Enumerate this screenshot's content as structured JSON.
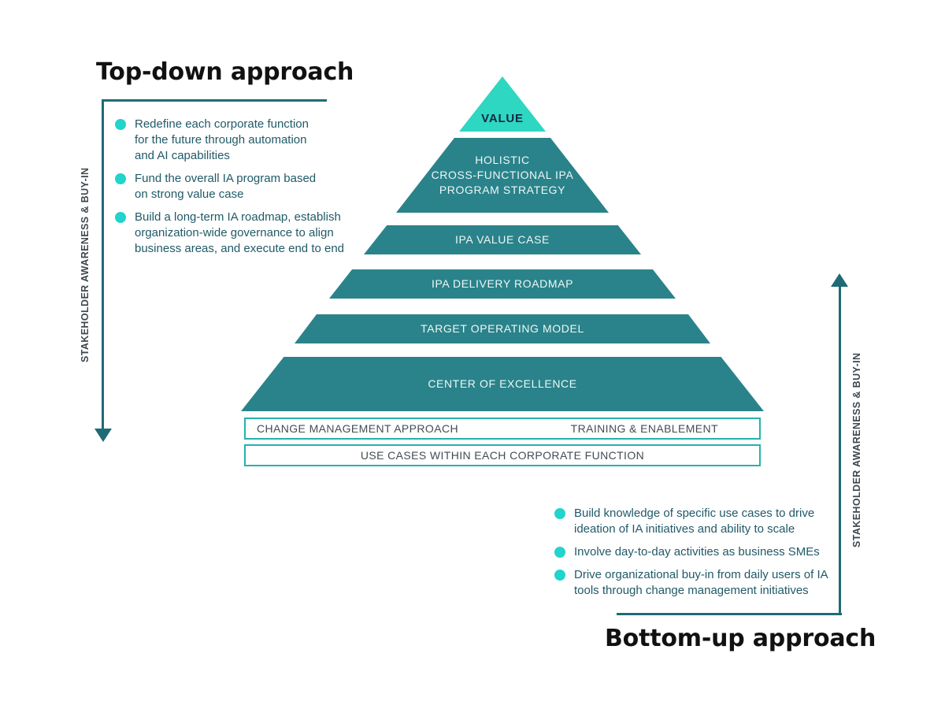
{
  "colors": {
    "teal_band": "#2a838a",
    "value_triangle": "#2ed7c2",
    "bullet_dot": "#21d4cc",
    "line": "#1e6b76",
    "bullet_text": "#215a67",
    "axis_text": "#3d484e",
    "box_border": "#26b2ac",
    "box_text": "#434d52",
    "band_text": "#eef7f7",
    "value_text": "#12293f",
    "heading_text": "#111111"
  },
  "top_down": {
    "heading": "Top-down approach",
    "axis_label": "STAKEHOLDER AWARENESS & BUY-IN",
    "bullets": [
      "Redefine each corporate function\nfor the future through automation\nand AI capabilities",
      "Fund the overall IA program based\non strong value case",
      "Build a long-term IA roadmap, establish\norganization-wide governance to align\nbusiness areas, and execute end to end"
    ]
  },
  "bottom_up": {
    "heading": "Bottom-up approach",
    "axis_label": "STAKEHOLDER AWARENESS & BUY-IN",
    "bullets": [
      "Build knowledge of specific use cases to drive\nideation of IA initiatives and ability to scale",
      "Involve day-to-day activities as business SMEs",
      "Drive organizational buy-in from daily users of IA\ntools through change management initiatives"
    ]
  },
  "pyramid": {
    "levels": [
      {
        "label": "VALUE"
      },
      {
        "label": "HOLISTIC\nCROSS-FUNCTIONAL IPA\nPROGRAM STRATEGY"
      },
      {
        "label": "IPA VALUE CASE"
      },
      {
        "label": "IPA DELIVERY ROADMAP"
      },
      {
        "label": "TARGET OPERATING MODEL"
      },
      {
        "label": "CENTER OF EXCELLENCE"
      }
    ],
    "foundation": {
      "row1_left": "CHANGE MANAGEMENT APPROACH",
      "row1_right": "TRAINING & ENABLEMENT",
      "row2": "USE CASES WITHIN EACH CORPORATE FUNCTION"
    }
  }
}
